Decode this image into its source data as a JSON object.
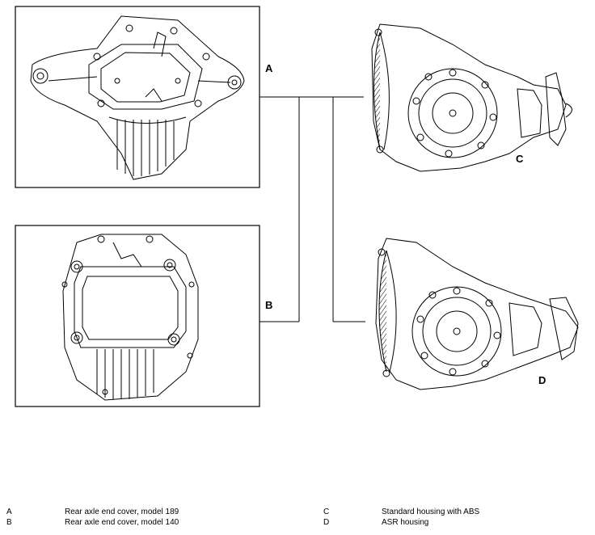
{
  "labels": {
    "a": "A",
    "b": "B",
    "c": "C",
    "d": "D"
  },
  "legend": [
    {
      "key": "A",
      "text": "Rear axle end cover, model 189"
    },
    {
      "key": "B",
      "text": "Rear axle end cover, model 140"
    },
    {
      "key": "C",
      "text": "Standard housing with ABS"
    },
    {
      "key": "D",
      "text": "ASR housing"
    }
  ]
}
